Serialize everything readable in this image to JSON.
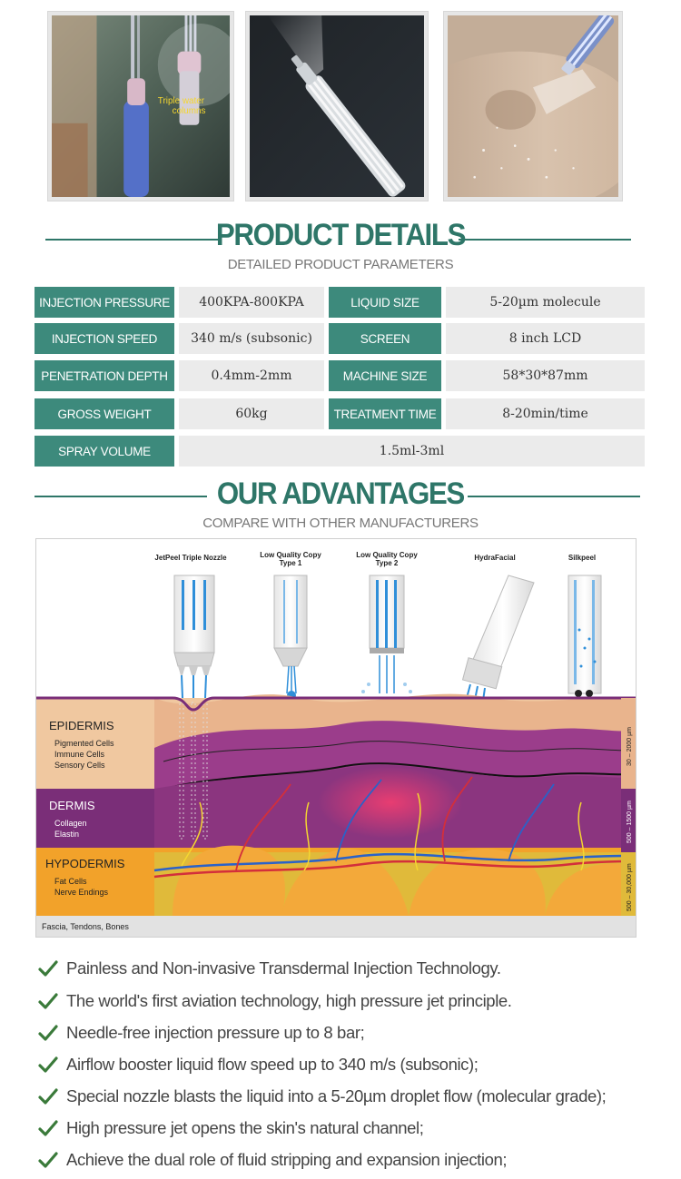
{
  "photos": {
    "caption": "Triple water columns"
  },
  "product_details": {
    "title": "PRODUCT DETAILS",
    "subtitle": "DETAILED PRODUCT PARAMETERS",
    "rows": [
      [
        {
          "label": "INJECTION PRESSURE",
          "value": "400KPA-800KPA"
        },
        {
          "label": "LIQUID SIZE",
          "value": "5-20µm molecule"
        }
      ],
      [
        {
          "label": "INJECTION SPEED",
          "value": "340 m/s (subsonic)"
        },
        {
          "label": "SCREEN",
          "value": "8 inch LCD"
        }
      ],
      [
        {
          "label": "PENETRATION DEPTH",
          "value": "0.4mm-2mm"
        },
        {
          "label": "MACHINE SIZE",
          "value": "58*30*87mm"
        }
      ],
      [
        {
          "label": "GROSS WEIGHT",
          "value": "60kg"
        },
        {
          "label": "TREATMENT TIME",
          "value": "8-20min/time"
        }
      ]
    ],
    "last_row": {
      "label": "SPRAY VOLUME",
      "value": "1.5ml-3ml"
    }
  },
  "advantages": {
    "title": "OUR ADVANTAGES",
    "subtitle": "COMPARE WITH OTHER MANUFACTURERS",
    "diagram": {
      "nozzles": [
        "JetPeel Triple Nozzle",
        "Low Quality Copy\nType 1",
        "Low Quality Copy\nType 2",
        "HydraFacial",
        "Silkpeel"
      ],
      "layers": {
        "epidermis": {
          "name": "EPIDERMIS",
          "items": [
            "Pigmented Cells",
            "Immune Cells",
            "Sensory Cells"
          ],
          "range": "30 – 2000 µm"
        },
        "dermis": {
          "name": "DERMIS",
          "items": [
            "Collagen",
            "Elastin"
          ],
          "range": "500 – 1500 µm"
        },
        "hypodermis": {
          "name": "HYPODERMIS",
          "items": [
            "Fat Cells",
            "Nerve Endings"
          ],
          "range": "500 – 30,000 µm"
        }
      },
      "base": "Fascia, Tendons, Bones"
    },
    "items": [
      "Painless and Non-invasive Transdermal Injection Technology.",
      "The world's first aviation technology, high pressure jet principle.",
      "Needle-free injection pressure up to 8 bar;",
      "Airflow booster liquid flow speed up to 340 m/s (subsonic);",
      "Special nozzle blasts the liquid into a 5-20µm droplet flow (molecular grade);",
      "High pressure jet opens the skin's natural channel;",
      "Achieve the dual role of fluid stripping and expansion injection;"
    ]
  },
  "colors": {
    "brand": "#2e7668",
    "label_bg": "#3d8a7c",
    "value_bg": "#ebebeb",
    "check": "#3a7a3a"
  }
}
